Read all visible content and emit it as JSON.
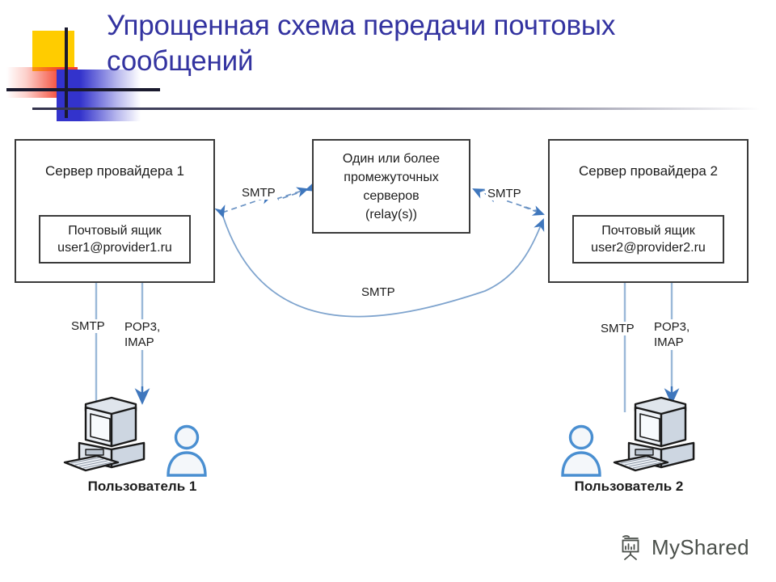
{
  "slide": {
    "title": "Упрощенная схема передачи почтовых сообщений",
    "title_color": "#3333a0"
  },
  "ornament": {
    "yellow": "#ffcc00",
    "red": "#f4422e",
    "blue": "#3333cc",
    "cross": "#1a1a2e"
  },
  "diagram": {
    "server_left": {
      "title": "Сервер провайдера 1",
      "mailbox_title": "Почтовый ящик",
      "mailbox_address": "user1@provider1.ru"
    },
    "server_right": {
      "title": "Сервер провайдера 2",
      "mailbox_title": "Почтовый ящик",
      "mailbox_address": "user2@provider2.ru"
    },
    "relay": {
      "line1": "Один или более",
      "line2": "промежуточных",
      "line3": "серверов",
      "line4": "(relay(s))"
    },
    "labels": {
      "smtp_left_relay": "SMTP",
      "smtp_right_relay": "SMTP",
      "smtp_direct_curve": "SMTP",
      "smtp_user1": "SMTP",
      "pop_imap_user1": "POP3,\nIMAP",
      "smtp_user2": "SMTP",
      "pop_imap_user2": "POP3,\nIMAP"
    },
    "endpoints": {
      "user1_label": "Пользователь 1",
      "user2_label": "Пользователь 2"
    },
    "arrow_color": "#4a7fc1",
    "line_color": "#8fb0d4"
  },
  "watermark": {
    "text": "MyShared",
    "icon": "flipchart-icon"
  }
}
